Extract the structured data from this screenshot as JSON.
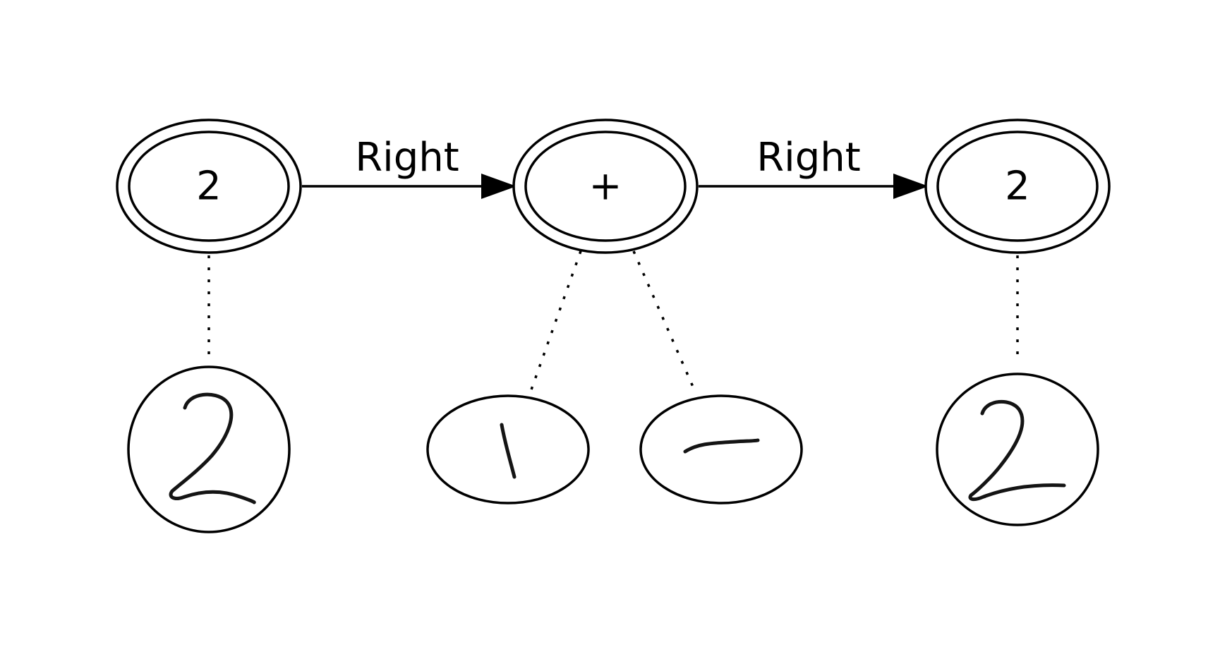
{
  "diagram": {
    "nodes": [
      {
        "id": "n1",
        "label": "2"
      },
      {
        "id": "n2",
        "label": "+"
      },
      {
        "id": "n3",
        "label": "2"
      }
    ],
    "edges": [
      {
        "from": "n1",
        "to": "n2",
        "label": "Right"
      },
      {
        "from": "n2",
        "to": "n3",
        "label": "Right"
      }
    ],
    "handwritten_inputs": [
      {
        "attached_to": "n1",
        "depicts": "2"
      },
      {
        "attached_to": "n2",
        "depicts": "1"
      },
      {
        "attached_to": "n2",
        "depicts": "-"
      },
      {
        "attached_to": "n3",
        "depicts": "2"
      }
    ]
  }
}
